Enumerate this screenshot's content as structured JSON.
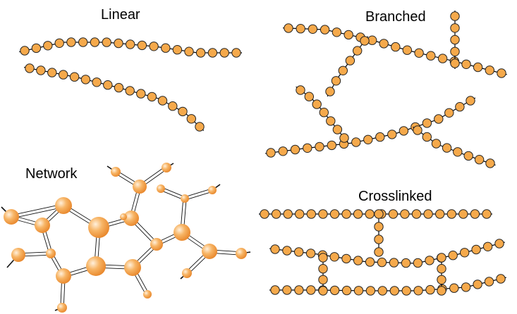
{
  "titles": {
    "linear": "Linear",
    "branched": "Branched",
    "network": "Network",
    "crosslinked": "Crosslinked"
  },
  "credit": "",
  "colors": {
    "bead_fill": "#f5a94b",
    "bead_stroke": "#222222",
    "bond": "#000000",
    "network_light": "#fff0dc",
    "network_mid": "#f7b566",
    "network_dark": "#e8862a"
  }
}
